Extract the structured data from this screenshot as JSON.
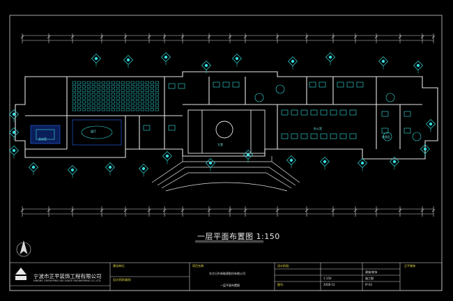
{
  "drawing": {
    "title": "一层平面布置图 1:150"
  },
  "title_block": {
    "company_cn": "宁波市正平装饰工程有限公司",
    "company_en": "NINGBO ZHENGPING DECORATE ENGINEERING CO.,LTD",
    "client_label": "建设单位:",
    "project_label": "项目名称:",
    "project_name": "东方日升新能源股份有限公司",
    "drawing_name": "一层平面布置图",
    "design_label": "设计资质/级别:",
    "stage_label": "设计阶段:",
    "stage_value": "施工图",
    "scale_value": "1:150",
    "date_value": "2008-12",
    "drawing_no_label": "图号:",
    "drawing_no": "IP-02",
    "sheet_type": "建施/装饰",
    "company_seal": "正平装饰"
  },
  "room_labels": {
    "hall": "大堂",
    "exhibit": "展厅",
    "meeting": "会议室",
    "office": "办公室",
    "lounge": "休息区"
  },
  "colors": {
    "background": "#000000",
    "wall": "#e8e8e8",
    "furniture": "#37e3e3",
    "accent_blue": "#2a6cff",
    "dimension": "#dcdcdc",
    "text_yellow": "#e8e04a"
  }
}
